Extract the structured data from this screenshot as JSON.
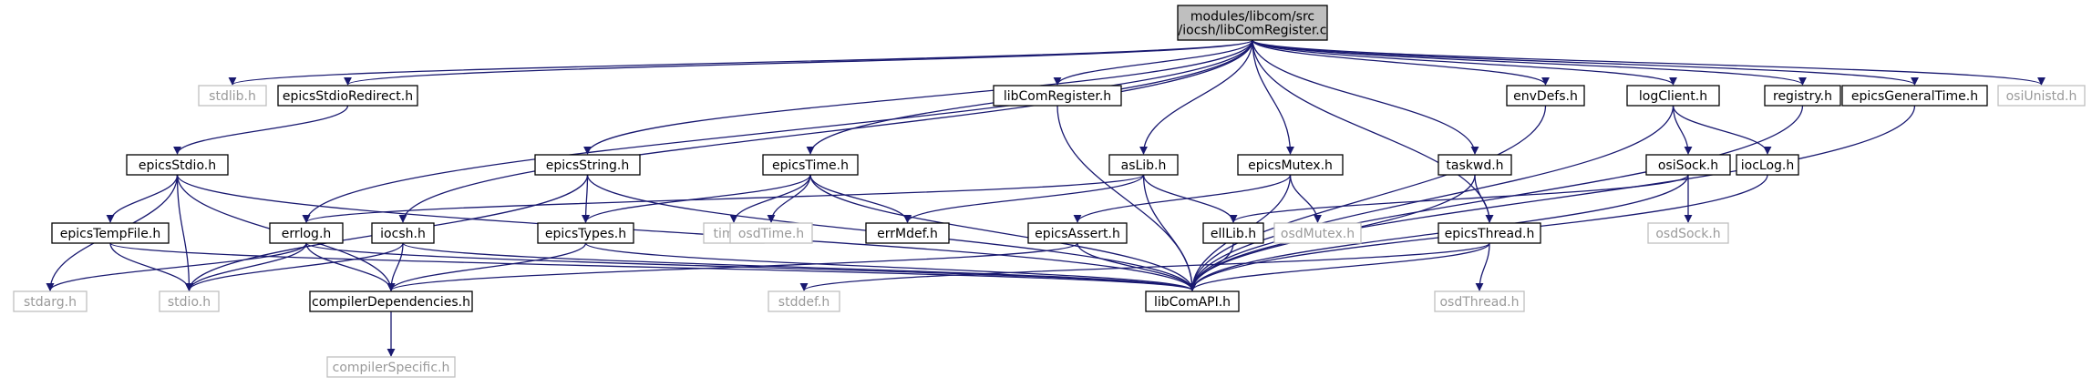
{
  "colors": {
    "edge": "#191970",
    "node_border": "#000000",
    "external_border": "#bfbfbf",
    "external_text": "#9a9a9a",
    "root_fill": "#bfbfbf"
  },
  "nodes": [
    {
      "id": "root",
      "lines": [
        "modules/libcom/src",
        "/iocsh/libComRegister.c"
      ],
      "kind": "root"
    },
    {
      "id": "stdlib",
      "lines": [
        "stdlib.h"
      ],
      "kind": "external"
    },
    {
      "id": "epicsStdioRedirect",
      "lines": [
        "epicsStdioRedirect.h"
      ],
      "kind": "header"
    },
    {
      "id": "libComRegister_h",
      "lines": [
        "libComRegister.h"
      ],
      "kind": "header"
    },
    {
      "id": "envDefs",
      "lines": [
        "envDefs.h"
      ],
      "kind": "header"
    },
    {
      "id": "logClient",
      "lines": [
        "logClient.h"
      ],
      "kind": "header"
    },
    {
      "id": "registry",
      "lines": [
        "registry.h"
      ],
      "kind": "header"
    },
    {
      "id": "epicsGeneralTime",
      "lines": [
        "epicsGeneralTime.h"
      ],
      "kind": "header"
    },
    {
      "id": "osiUnistd",
      "lines": [
        "osiUnistd.h"
      ],
      "kind": "external"
    },
    {
      "id": "epicsStdio",
      "lines": [
        "epicsStdio.h"
      ],
      "kind": "header"
    },
    {
      "id": "epicsString",
      "lines": [
        "epicsString.h"
      ],
      "kind": "header"
    },
    {
      "id": "epicsTime",
      "lines": [
        "epicsTime.h"
      ],
      "kind": "header"
    },
    {
      "id": "asLib",
      "lines": [
        "asLib.h"
      ],
      "kind": "header"
    },
    {
      "id": "epicsMutex",
      "lines": [
        "epicsMutex.h"
      ],
      "kind": "header"
    },
    {
      "id": "taskwd",
      "lines": [
        "taskwd.h"
      ],
      "kind": "header"
    },
    {
      "id": "osiSock",
      "lines": [
        "osiSock.h"
      ],
      "kind": "header"
    },
    {
      "id": "iocLog",
      "lines": [
        "iocLog.h"
      ],
      "kind": "header"
    },
    {
      "id": "epicsTempFile",
      "lines": [
        "epicsTempFile.h"
      ],
      "kind": "header"
    },
    {
      "id": "errlog",
      "lines": [
        "errlog.h"
      ],
      "kind": "header"
    },
    {
      "id": "iocsh",
      "lines": [
        "iocsh.h"
      ],
      "kind": "header"
    },
    {
      "id": "epicsTypes",
      "lines": [
        "epicsTypes.h"
      ],
      "kind": "header"
    },
    {
      "id": "time_h",
      "lines": [
        "time.h"
      ],
      "kind": "external"
    },
    {
      "id": "osdTime",
      "lines": [
        "osdTime.h"
      ],
      "kind": "external"
    },
    {
      "id": "errMdef",
      "lines": [
        "errMdef.h"
      ],
      "kind": "header"
    },
    {
      "id": "epicsAssert",
      "lines": [
        "epicsAssert.h"
      ],
      "kind": "header"
    },
    {
      "id": "ellLib",
      "lines": [
        "ellLib.h"
      ],
      "kind": "header"
    },
    {
      "id": "osdMutex",
      "lines": [
        "osdMutex.h"
      ],
      "kind": "external"
    },
    {
      "id": "epicsThread",
      "lines": [
        "epicsThread.h"
      ],
      "kind": "header"
    },
    {
      "id": "osdSock",
      "lines": [
        "osdSock.h"
      ],
      "kind": "external"
    },
    {
      "id": "stdarg",
      "lines": [
        "stdarg.h"
      ],
      "kind": "external"
    },
    {
      "id": "stdio",
      "lines": [
        "stdio.h"
      ],
      "kind": "external"
    },
    {
      "id": "compilerDependencies",
      "lines": [
        "compilerDependencies.h"
      ],
      "kind": "header"
    },
    {
      "id": "stddef",
      "lines": [
        "stddef.h"
      ],
      "kind": "external"
    },
    {
      "id": "libComAPI",
      "lines": [
        "libComAPI.h"
      ],
      "kind": "header"
    },
    {
      "id": "osdThread",
      "lines": [
        "osdThread.h"
      ],
      "kind": "external"
    },
    {
      "id": "compilerSpecific",
      "lines": [
        "compilerSpecific.h"
      ],
      "kind": "external"
    }
  ],
  "edges": [
    [
      "root",
      "stdlib"
    ],
    [
      "root",
      "epicsStdioRedirect"
    ],
    [
      "root",
      "errlog"
    ],
    [
      "root",
      "iocsh"
    ],
    [
      "root",
      "epicsString"
    ],
    [
      "root",
      "epicsTime"
    ],
    [
      "root",
      "libComRegister_h"
    ],
    [
      "root",
      "asLib"
    ],
    [
      "root",
      "epicsMutex"
    ],
    [
      "root",
      "epicsThread"
    ],
    [
      "root",
      "taskwd"
    ],
    [
      "root",
      "envDefs"
    ],
    [
      "root",
      "logClient"
    ],
    [
      "root",
      "registry"
    ],
    [
      "root",
      "epicsGeneralTime"
    ],
    [
      "root",
      "osiUnistd"
    ],
    [
      "epicsStdioRedirect",
      "epicsStdio"
    ],
    [
      "epicsStdio",
      "epicsTempFile"
    ],
    [
      "epicsStdio",
      "stdarg"
    ],
    [
      "epicsStdio",
      "stdio"
    ],
    [
      "epicsStdio",
      "compilerDependencies"
    ],
    [
      "epicsStdio",
      "libComAPI"
    ],
    [
      "epicsTempFile",
      "stdio"
    ],
    [
      "epicsTempFile",
      "libComAPI"
    ],
    [
      "errlog",
      "stdarg"
    ],
    [
      "errlog",
      "stdio"
    ],
    [
      "errlog",
      "compilerDependencies"
    ],
    [
      "errlog",
      "libComAPI"
    ],
    [
      "iocsh",
      "stdio"
    ],
    [
      "iocsh",
      "compilerDependencies"
    ],
    [
      "iocsh",
      "libComAPI"
    ],
    [
      "epicsString",
      "epicsTypes"
    ],
    [
      "epicsString",
      "stdio"
    ],
    [
      "epicsString",
      "libComAPI"
    ],
    [
      "epicsTypes",
      "compilerDependencies"
    ],
    [
      "epicsTypes",
      "libComAPI"
    ],
    [
      "compilerDependencies",
      "compilerSpecific"
    ],
    [
      "epicsTime",
      "epicsTypes"
    ],
    [
      "epicsTime",
      "time_h"
    ],
    [
      "epicsTime",
      "osdTime"
    ],
    [
      "epicsTime",
      "errMdef"
    ],
    [
      "epicsTime",
      "libComAPI"
    ],
    [
      "libComRegister_h",
      "libComAPI"
    ],
    [
      "asLib",
      "errlog"
    ],
    [
      "asLib",
      "errMdef"
    ],
    [
      "asLib",
      "ellLib"
    ],
    [
      "asLib",
      "libComAPI"
    ],
    [
      "ellLib",
      "libComAPI"
    ],
    [
      "epicsMutex",
      "epicsAssert"
    ],
    [
      "epicsMutex",
      "osdMutex"
    ],
    [
      "epicsMutex",
      "libComAPI"
    ],
    [
      "epicsAssert",
      "compilerDependencies"
    ],
    [
      "epicsAssert",
      "libComAPI"
    ],
    [
      "taskwd",
      "epicsThread"
    ],
    [
      "taskwd",
      "libComAPI"
    ],
    [
      "epicsThread",
      "stddef"
    ],
    [
      "epicsThread",
      "osdThread"
    ],
    [
      "epicsThread",
      "libComAPI"
    ],
    [
      "envDefs",
      "libComAPI"
    ],
    [
      "logClient",
      "osiSock"
    ],
    [
      "logClient",
      "iocLog"
    ],
    [
      "logClient",
      "libComAPI"
    ],
    [
      "osiSock",
      "ellLib"
    ],
    [
      "osiSock",
      "osdSock"
    ],
    [
      "osiSock",
      "libComAPI"
    ],
    [
      "iocLog",
      "libComAPI"
    ],
    [
      "registry",
      "libComAPI"
    ],
    [
      "epicsGeneralTime",
      "libComAPI"
    ]
  ]
}
